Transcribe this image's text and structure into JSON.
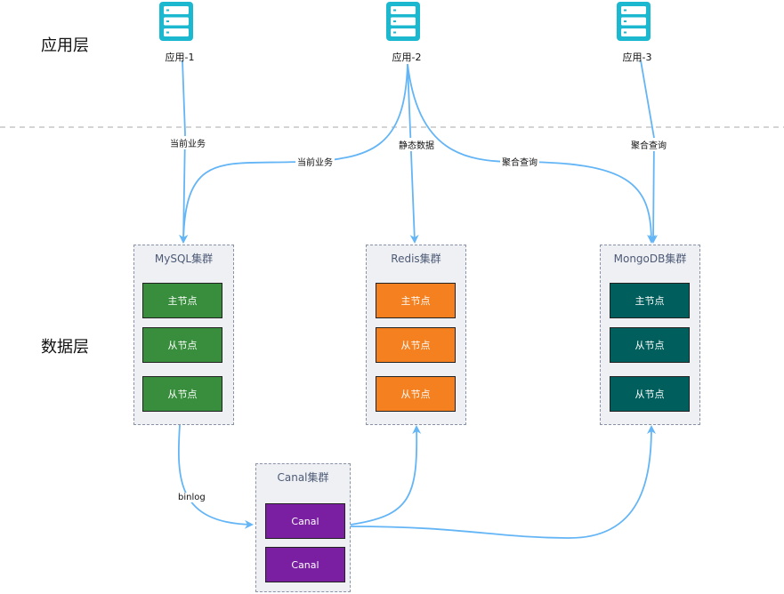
{
  "layers": {
    "app": "应用层",
    "data": "数据层"
  },
  "apps": [
    "应用-1",
    "应用-2",
    "应用-3"
  ],
  "edge_labels": {
    "app1_mysql": "当前业务",
    "app2_mysql": "当前业务",
    "app2_redis": "静态数据",
    "app2_mongo": "聚合查询",
    "app3_mongo": "聚合查询",
    "mysql_canal": "binlog"
  },
  "clusters": {
    "mysql": {
      "title": "MySQL集群",
      "nodes": [
        "主节点",
        "从节点",
        "从节点"
      ]
    },
    "redis": {
      "title": "Redis集群",
      "nodes": [
        "主节点",
        "从节点",
        "从节点"
      ]
    },
    "mongo": {
      "title": "MongoDB集群",
      "nodes": [
        "主节点",
        "从节点",
        "从节点"
      ]
    },
    "canal": {
      "title": "Canal集群",
      "nodes": [
        "Canal",
        "Canal"
      ]
    }
  },
  "colors": {
    "server": "#1bb8d0",
    "edge": "#64b5f6",
    "mysql_node": "#388e3c",
    "redis_node": "#f4801f",
    "mongo_node": "#005f5c",
    "canal_node": "#7b1fa2",
    "cluster_bg": "#eef0f4"
  },
  "icons": {
    "app": "server-icon"
  }
}
